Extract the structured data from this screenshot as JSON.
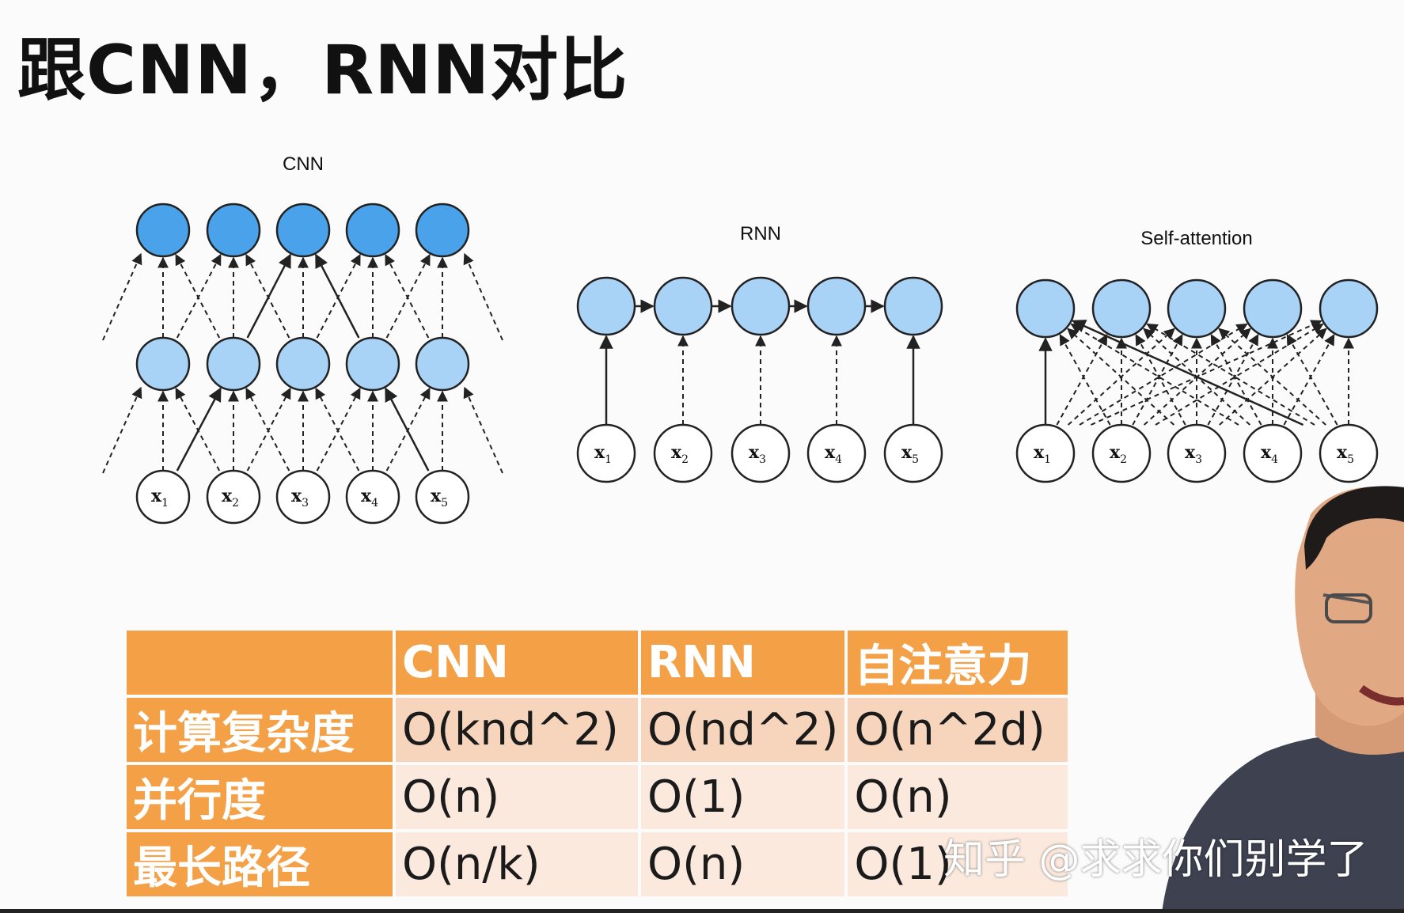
{
  "title": "跟CNN，RNN对比",
  "diagrams": {
    "cnn_label": "CNN",
    "rnn_label": "RNN",
    "attention_label": "Self-attention",
    "input_letter": "x",
    "inputs": [
      "1",
      "2",
      "3",
      "4",
      "5"
    ]
  },
  "colors": {
    "cnn_node_fill": "#4aa3ea",
    "light_node_fill": "#a9d2f7",
    "node_stroke": "#222222",
    "table_header": "#f4a047",
    "table_row_dark": "#f7d5bd",
    "table_row_light": "#fbe9de"
  },
  "table": {
    "headers": [
      "",
      "CNN",
      "RNN",
      "自注意力"
    ],
    "rows": [
      {
        "label": "计算复杂度",
        "cnn": "O(knd^2)",
        "rnn": "O(nd^2)",
        "attention": "O(n^2d)"
      },
      {
        "label": "并行度",
        "cnn": "O(n)",
        "rnn": "O(1)",
        "attention": "O(n)"
      },
      {
        "label": "最长路径",
        "cnn": "O(n/k)",
        "rnn": "O(n)",
        "attention": "O(1)"
      }
    ]
  },
  "watermark": "知乎 @求求你们别学了"
}
